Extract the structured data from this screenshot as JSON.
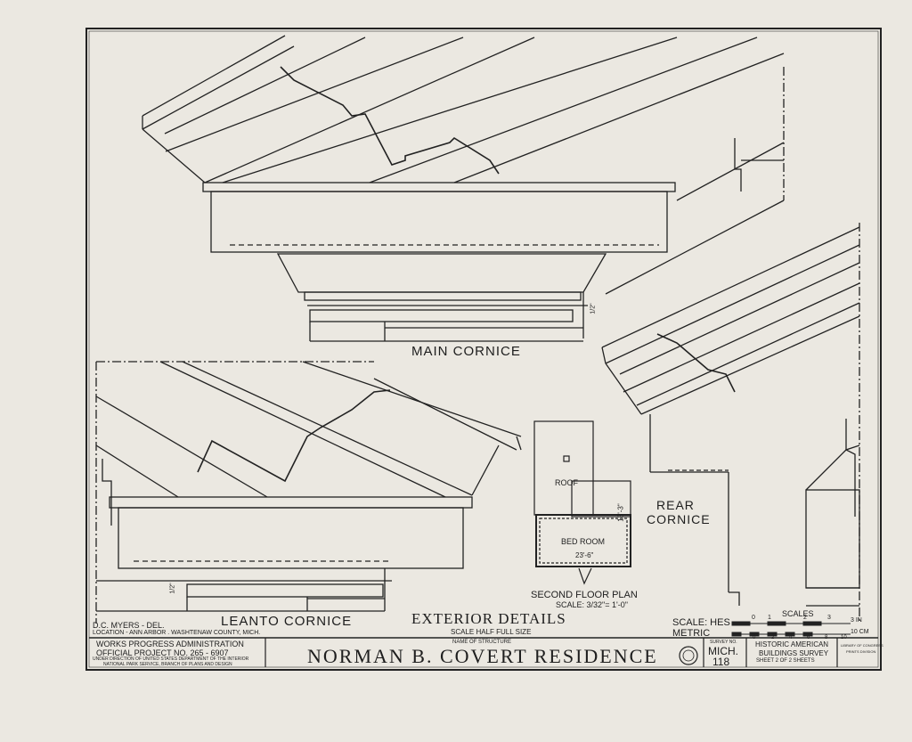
{
  "views": {
    "main_cornice": "MAIN CORNICE",
    "leanto_cornice": "LEANTO CORNICE",
    "rear_cornice_line1": "REAR",
    "rear_cornice_line2": "CORNICE",
    "second_floor_plan": "SECOND FLOOR PLAN",
    "second_floor_scale": "SCALE: 3/32\"= 1'-0\"",
    "roof_label": "ROOF",
    "bed_room_label": "BED ROOM",
    "plan_dim_width": "23'-6\"",
    "plan_dim_depth": "13'-3\"",
    "main_dim": "1/2\"",
    "leanto_dim": "1/2\""
  },
  "sheet": {
    "exterior_details": "EXTERIOR DETAILS",
    "scale_note": "SCALE HALF FULL SIZE",
    "delineator": "D.C. MYERS - DEL.",
    "location": "LOCATION - ANN ARBOR . WASHTENAW COUNTY, MICH.",
    "scales_label": "SCALES",
    "scale_hes": "SCALE: HES",
    "metric": "METRIC",
    "scale_in": "3 IN",
    "scale_cm": "10 CM",
    "scale_ticks_top": [
      "0",
      "1",
      "2",
      "3"
    ],
    "scale_ticks_bottom": [
      "0",
      "2",
      "4",
      "6",
      "8",
      "10"
    ]
  },
  "title_block": {
    "wpa_line1": "WORKS  PROGRESS  ADMINISTRATION",
    "wpa_line2": "OFFICIAL  PROJECT  NO. 265 - 6907",
    "wpa_line3": "UNDER DIRECTION OF UNITED STATES DEPARTMENT OF THE INTERIOR",
    "wpa_line4": "NATIONAL PARK SERVICE, BRANCH OF PLANS AND DESIGN",
    "name_of_structure_label": "NAME OF STRUCTURE",
    "structure_name": "NORMAN B. COVERT RESIDENCE",
    "survey_no_label": "SURVEY NO.",
    "survey_no_state": "MICH.",
    "survey_no_number": "118",
    "habs_line1": "HISTORIC AMERICAN",
    "habs_line2": "BUILDINGS SURVEY",
    "habs_sheet": "SHEET 2 OF 2 SHEETS",
    "library_line1": "LIBRARY OF CONGRESS",
    "library_line2": "PRINTS DIVISION"
  }
}
